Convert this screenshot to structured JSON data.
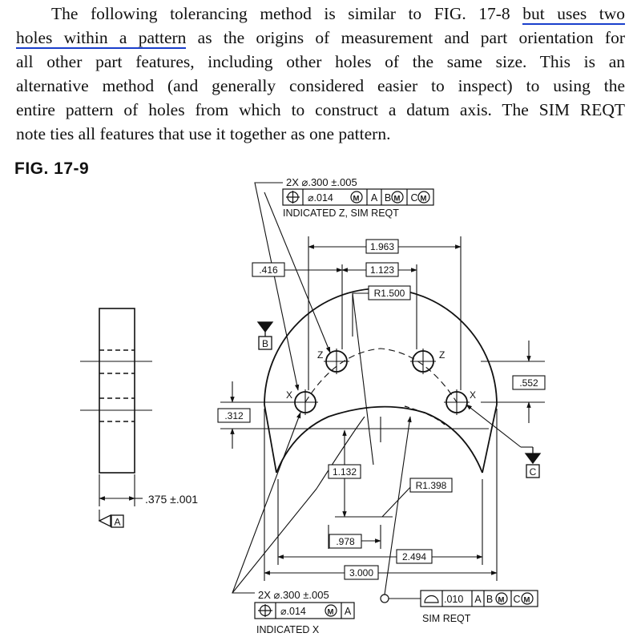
{
  "paragraph": {
    "line1_a": "The following tolerancing method is similar to FIG. 17-8 ",
    "line1_b": "but uses two",
    "line2_a": "holes within a pattern",
    "line2_b": " as the origins of measurement and part orientation for",
    "line3": "all other part features, including other holes of the same size. This is an",
    "line4": "alternative method (and generally considered easier to inspect) to using the",
    "line5": "entire pattern of holes from which to construct a datum axis.  The SIM REQT",
    "line6": "note ties all features that use it together as one pattern."
  },
  "figure": {
    "label": "FIG.  17-9",
    "top_callout": {
      "size": "2X ⌀.300 ±.005",
      "tolerance": "⌀.014",
      "datum_a": "A",
      "datum_b": "B",
      "datum_c": "C",
      "note": "INDICATED Z, SIM REQT"
    },
    "bottom_callout": {
      "size": "2X ⌀.300 ±.005",
      "tolerance": "⌀.014",
      "datum_a": "A",
      "note": "INDICATED X"
    },
    "profile_callout": {
      "tolerance": ".010",
      "datum_a": "A",
      "datum_b": "B",
      "datum_c": "C",
      "note": "SIM  REQT"
    },
    "dimensions": {
      "d1963": "1.963",
      "d1123": "1.123",
      "d416": ".416",
      "r1500": "R1.500",
      "d552": ".552",
      "d312": ".312",
      "d1132": "1.132",
      "r1398": "R1.398",
      "d978": ".978",
      "d2494": "2.494",
      "d3000": "3.000",
      "thickness": ".375 ±.001"
    },
    "datum_labels": {
      "a": "A",
      "b": "B",
      "c": "C"
    },
    "hole_labels": {
      "z": "Z",
      "x": "X"
    }
  }
}
